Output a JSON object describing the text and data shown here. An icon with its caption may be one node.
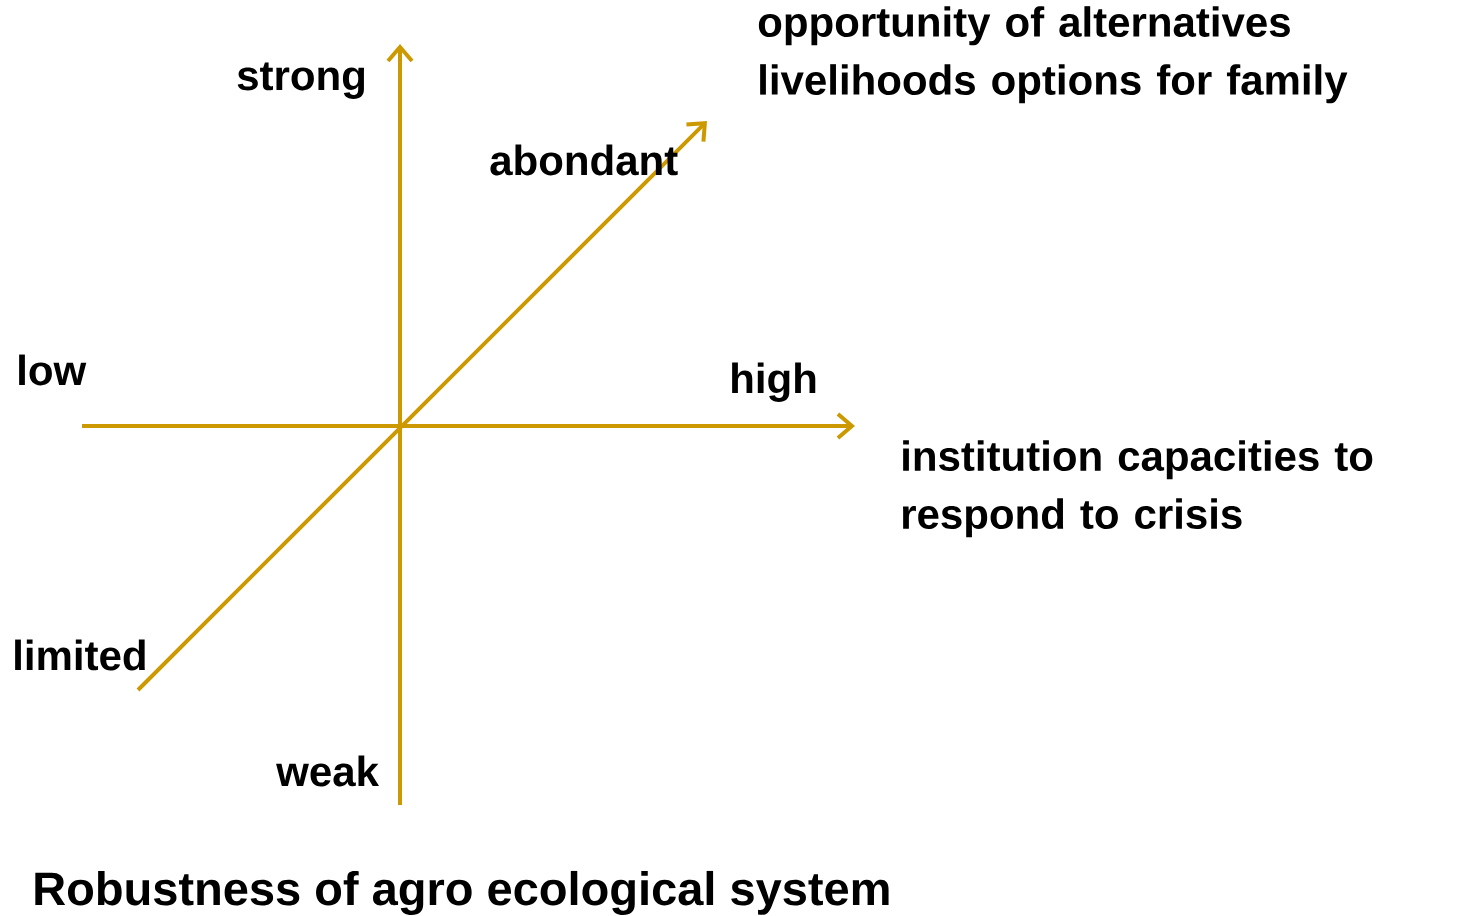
{
  "diagram": {
    "labels": [
      "opportunity of alternatives livelihoods options for family",
      "strong",
      "abondant",
      "low",
      "high",
      "institution capacities to respond to crisis",
      "limited",
      "weak",
      "Robustness of agro ecological system"
    ]
  }
}
